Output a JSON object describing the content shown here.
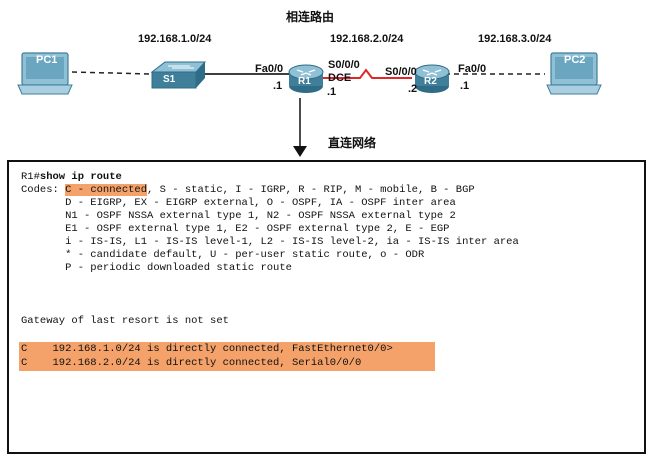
{
  "diagram": {
    "title": "相连路由",
    "networks": {
      "net1": "192.168.1.0/24",
      "net2": "192.168.2.0/24",
      "net3": "192.168.3.0/24"
    },
    "devices": {
      "pc1": "PC1",
      "s1": "S1",
      "r1": "R1",
      "r2": "R2",
      "pc2": "PC2"
    },
    "ports": {
      "r1_fa": "Fa0/0",
      "r1_fa_ip": ".1",
      "r1_s": "S0/0/0",
      "r1_dce": "DCE",
      "r1_s_ip": ".1",
      "r2_s": "S0/0/0",
      "r2_s_ip": ".2",
      "r2_fa": "Fa0/0",
      "r2_fa_ip": ".1"
    },
    "arrow_label": "直连网络",
    "colors": {
      "serial_link": "#e0282a",
      "highlight": "#f4a26a",
      "router": "#3f7f9a",
      "pc": "#6aa6c0"
    }
  },
  "terminal": {
    "prompt": "R1#",
    "command": "show ip route",
    "codes_prefix": "Codes: ",
    "codes_hl": "C - connected",
    "codes_rest": ", S - static, I - IGRP, R - RIP, M - mobile, B - BGP",
    "code_lines": [
      "       D - EIGRP, EX - EIGRP external, O - OSPF, IA - OSPF inter area",
      "       N1 - OSPF NSSA external type 1, N2 - OSPF NSSA external type 2",
      "       E1 - OSPF external type 1, E2 - OSPF external type 2, E - EGP",
      "       i - IS-IS, L1 - IS-IS level-1, L2 - IS-IS level-2, ia - IS-IS inter area",
      "       * - candidate default, U - per-user static route, o - ODR",
      "       P - periodic downloaded static route"
    ],
    "gateway": "Gateway of last resort is not set",
    "routes": [
      "C    192.168.1.0/24 is directly connected, FastEthernet0/0>",
      "C    192.168.2.0/24 is directly connected, Serial0/0/0"
    ]
  }
}
